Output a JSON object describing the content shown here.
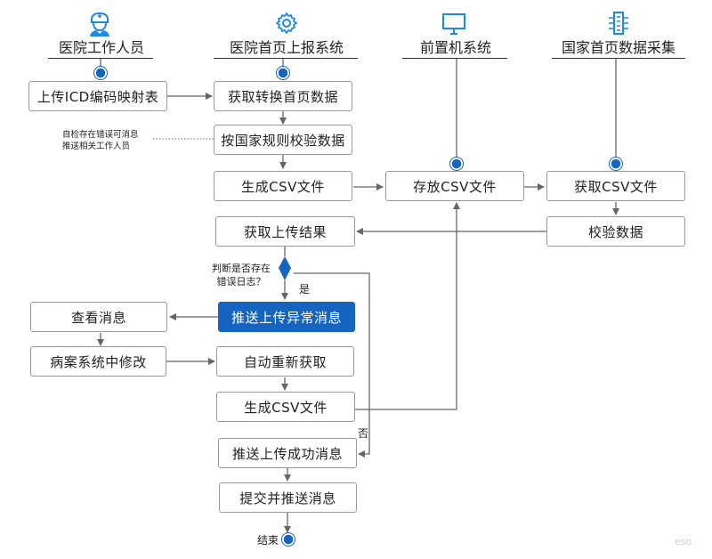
{
  "lanes": {
    "staff": {
      "title": "医院工作人员",
      "icon": "nurse-icon"
    },
    "report": {
      "title": "医院首页上报系统",
      "icon": "gear-icon"
    },
    "frontend": {
      "title": "前置机系统",
      "icon": "monitor-icon"
    },
    "national": {
      "title": "国家首页数据采集",
      "icon": "database-server-icon"
    }
  },
  "nodes": {
    "upload_icd": "上传ICD编码映射表",
    "fetch_convert": "获取转换首页数据",
    "validate_national": "按国家规则校验数据",
    "gen_csv_1": "生成CSV文件",
    "store_csv": "存放CSV文件",
    "fetch_csv": "获取CSV文件",
    "fetch_result": "获取上传结果",
    "verify_data": "校验数据",
    "view_msg": "查看消息",
    "push_error": "推送上传异常消息",
    "modify_case": "病案系统中修改",
    "auto_refetch": "自动重新获取",
    "gen_csv_2": "生成CSV文件",
    "push_success": "推送上传成功消息",
    "submit_push": "提交并推送消息"
  },
  "notes": {
    "selfcheck_line1": "自检存在错误可消息",
    "selfcheck_line2": "推送相关工作人员",
    "decision_line1": "判断是否存在",
    "decision_line2": "错误日志？"
  },
  "labels": {
    "yes": "是",
    "no": "否",
    "end": "结束"
  },
  "watermark": "eso",
  "colors": {
    "accent": "#1565c0",
    "line": "#666666",
    "box_border": "#9a9a9a"
  }
}
